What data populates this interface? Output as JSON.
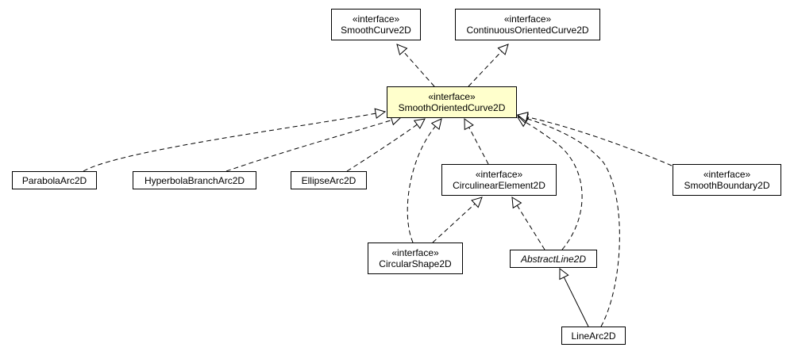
{
  "diagram": {
    "stereotype": "«interface»",
    "nodes": {
      "smooth_curve_2d": {
        "name": "SmoothCurve2D",
        "interface": true
      },
      "continuous_oriented_curve_2d": {
        "name": "ContinuousOrientedCurve2D",
        "interface": true
      },
      "smooth_oriented_curve_2d": {
        "name": "SmoothOrientedCurve2D",
        "interface": true,
        "highlighted": true
      },
      "parabola_arc_2d": {
        "name": "ParabolaArc2D"
      },
      "hyperbola_branch_arc_2d": {
        "name": "HyperbolaBranchArc2D"
      },
      "ellipse_arc_2d": {
        "name": "EllipseArc2D"
      },
      "circulinear_element_2d": {
        "name": "CirculinearElement2D",
        "interface": true
      },
      "smooth_boundary_2d": {
        "name": "SmoothBoundary2D",
        "interface": true
      },
      "circular_shape_2d": {
        "name": "CircularShape2D",
        "interface": true
      },
      "abstract_line_2d": {
        "name": "AbstractLine2D",
        "abstract": true
      },
      "line_arc_2d": {
        "name": "LineArc2D"
      }
    },
    "colors": {
      "highlight": "#ffffcc",
      "border": "#000000",
      "background": "#ffffff"
    },
    "edges": [
      {
        "from": "smooth_oriented_curve_2d",
        "to": "smooth_curve_2d",
        "kind": "realization"
      },
      {
        "from": "smooth_oriented_curve_2d",
        "to": "continuous_oriented_curve_2d",
        "kind": "realization"
      },
      {
        "from": "parabola_arc_2d",
        "to": "smooth_oriented_curve_2d",
        "kind": "realization"
      },
      {
        "from": "hyperbola_branch_arc_2d",
        "to": "smooth_oriented_curve_2d",
        "kind": "realization"
      },
      {
        "from": "ellipse_arc_2d",
        "to": "smooth_oriented_curve_2d",
        "kind": "realization"
      },
      {
        "from": "circular_shape_2d",
        "to": "smooth_oriented_curve_2d",
        "kind": "realization"
      },
      {
        "from": "circulinear_element_2d",
        "to": "smooth_oriented_curve_2d",
        "kind": "realization"
      },
      {
        "from": "abstract_line_2d",
        "to": "smooth_oriented_curve_2d",
        "kind": "realization"
      },
      {
        "from": "line_arc_2d",
        "to": "smooth_oriented_curve_2d",
        "kind": "realization"
      },
      {
        "from": "smooth_boundary_2d",
        "to": "smooth_oriented_curve_2d",
        "kind": "realization"
      },
      {
        "from": "circular_shape_2d",
        "to": "circulinear_element_2d",
        "kind": "realization"
      },
      {
        "from": "abstract_line_2d",
        "to": "circulinear_element_2d",
        "kind": "realization"
      },
      {
        "from": "line_arc_2d",
        "to": "abstract_line_2d",
        "kind": "inheritance"
      }
    ]
  }
}
